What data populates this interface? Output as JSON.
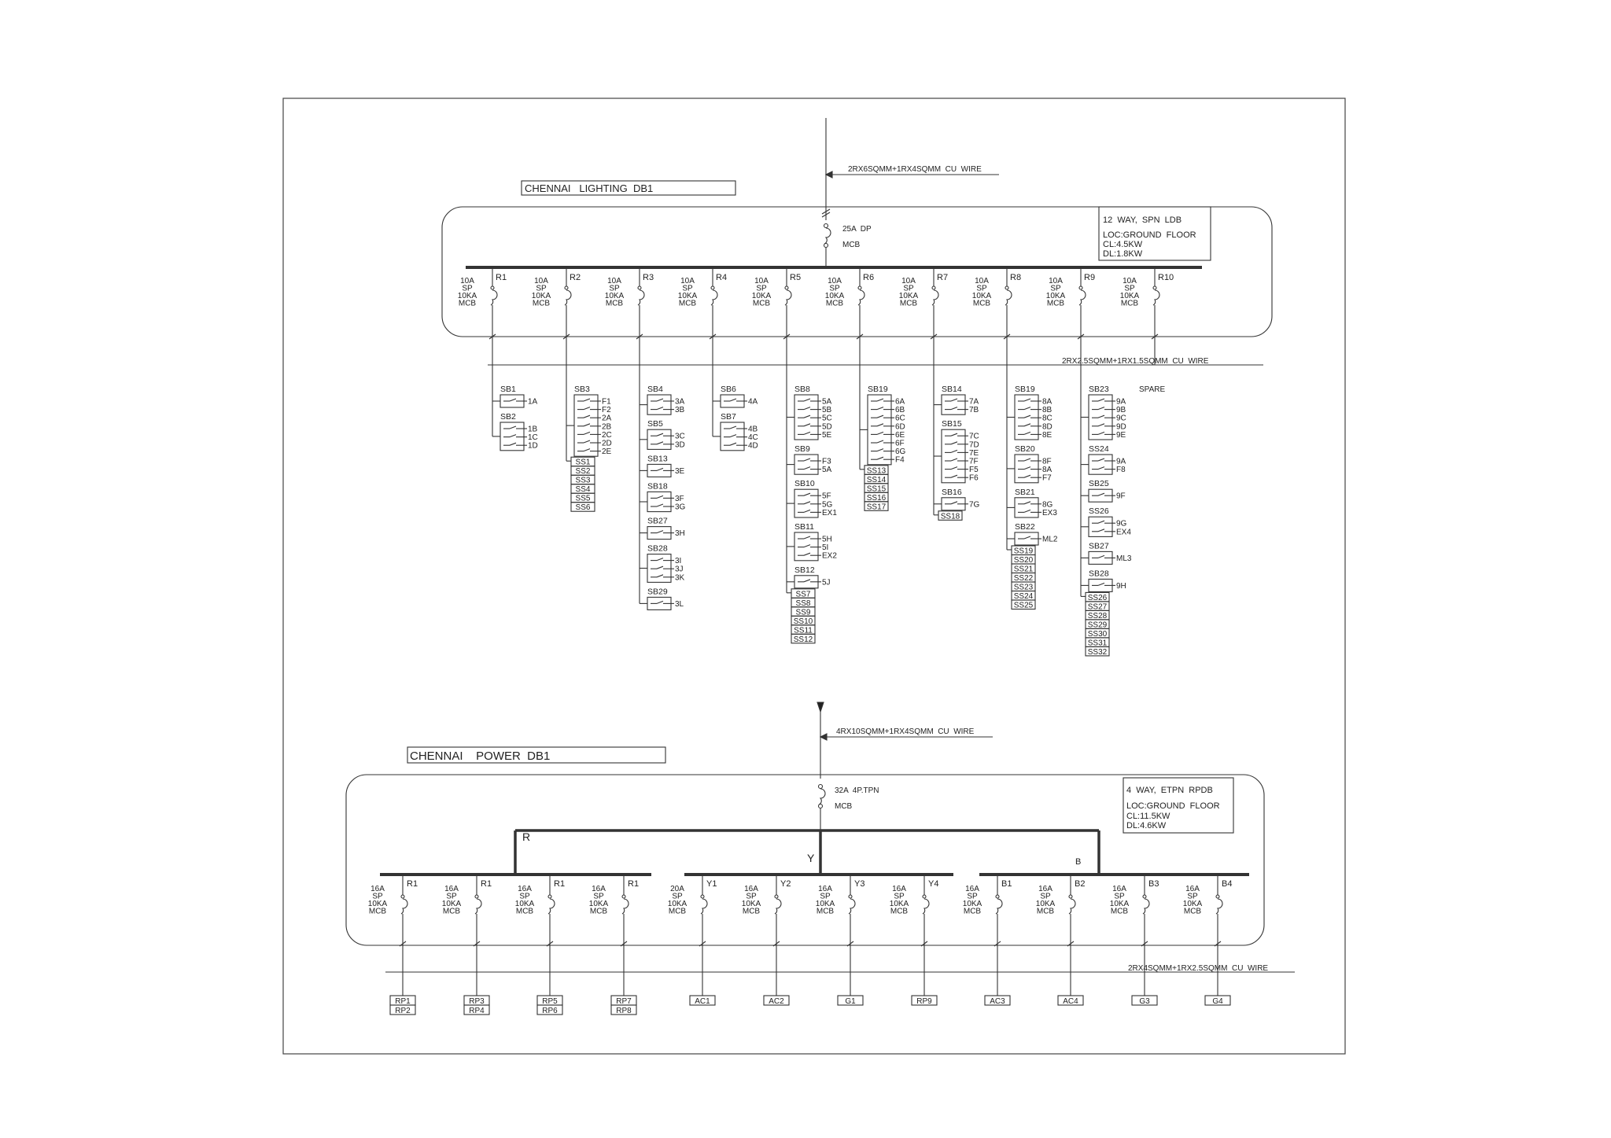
{
  "lighting": {
    "title": "CHENNAI   LIGHTING  DB1",
    "incomer_cable": "2RX6SQMM+1RX4SQMM  CU  WIRE",
    "incomer_mcb": [
      "25A  DP",
      "MCB"
    ],
    "info": [
      "12  WAY,  SPN  LDB",
      "LOC:GROUND  FLOOR",
      "CL:4.5KW",
      "DL:1.8KW"
    ],
    "outgoing_cable": "2RX2.5SQMM+1RX1.5SQMM  CU  WIRE",
    "spare_label": "SPARE",
    "breaker_rating": [
      "10A",
      "SP",
      "10KA",
      "MCB"
    ],
    "circuits": [
      "R1",
      "R2",
      "R3",
      "R4",
      "R5",
      "R6",
      "R7",
      "R8",
      "R9",
      "R10"
    ],
    "groups": [
      {
        "circuit": "R1",
        "items": [
          {
            "type": "sb",
            "name": "SB1",
            "loads": [
              "1A"
            ]
          },
          {
            "type": "sb",
            "name": "SB2",
            "loads": [
              "1B",
              "1C",
              "1D"
            ]
          }
        ]
      },
      {
        "circuit": "R2",
        "items": [
          {
            "type": "sb",
            "name": "SB3",
            "loads": [
              "F1",
              "F2",
              "2A",
              "2B",
              "2C",
              "2D",
              "2E"
            ]
          },
          {
            "type": "ss",
            "names": [
              "SS1",
              "SS2",
              "SS3",
              "SS4",
              "SS5",
              "SS6"
            ]
          }
        ]
      },
      {
        "circuit": "R3",
        "items": [
          {
            "type": "sb",
            "name": "SB4",
            "loads": [
              "3A",
              "3B"
            ]
          },
          {
            "type": "sb",
            "name": "SB5",
            "loads": [
              "3C",
              "3D"
            ]
          },
          {
            "type": "sb",
            "name": "SB13",
            "loads": [
              "3E"
            ]
          },
          {
            "type": "sb",
            "name": "SB18",
            "loads": [
              "3F",
              "3G"
            ]
          },
          {
            "type": "sb",
            "name": "SB27",
            "loads": [
              "3H"
            ]
          },
          {
            "type": "sb",
            "name": "SB28",
            "loads": [
              "3I",
              "3J",
              "3K"
            ]
          },
          {
            "type": "sb",
            "name": "SB29",
            "loads": [
              "3L"
            ]
          }
        ]
      },
      {
        "circuit": "R4",
        "items": [
          {
            "type": "sb",
            "name": "SB6",
            "loads": [
              "4A"
            ]
          },
          {
            "type": "sb",
            "name": "SB7",
            "loads": [
              "4B",
              "4C",
              "4D"
            ]
          }
        ]
      },
      {
        "circuit": "R5",
        "items": [
          {
            "type": "sb",
            "name": "SB8",
            "loads": [
              "5A",
              "5B",
              "5C",
              "5D",
              "5E"
            ]
          },
          {
            "type": "sb",
            "name": "SB9",
            "loads": [
              "F3",
              "5A"
            ]
          },
          {
            "type": "sb",
            "name": "SB10",
            "loads": [
              "5F",
              "5G",
              "EX1"
            ]
          },
          {
            "type": "sb",
            "name": "SB11",
            "loads": [
              "5H",
              "5I",
              "EX2"
            ]
          },
          {
            "type": "sb",
            "name": "SB12",
            "loads": [
              "5J"
            ]
          },
          {
            "type": "ss",
            "names": [
              "SS7",
              "SS8",
              "SS9",
              "SS10",
              "SS11",
              "SS12"
            ]
          }
        ]
      },
      {
        "circuit": "R6",
        "items": [
          {
            "type": "sb",
            "name": "SB19",
            "loads": [
              "6A",
              "6B",
              "6C",
              "6D",
              "6E",
              "6F",
              "6G",
              "F4"
            ]
          },
          {
            "type": "ss",
            "names": [
              "SS13",
              "SS14",
              "SS15",
              "SS16",
              "SS17"
            ]
          }
        ]
      },
      {
        "circuit": "R7",
        "items": [
          {
            "type": "sb",
            "name": "SB14",
            "loads": [
              "7A",
              "7B"
            ]
          },
          {
            "type": "sb",
            "name": "SB15",
            "loads": [
              "7C",
              "7D",
              "7E",
              "7F",
              "F5",
              "F6"
            ]
          },
          {
            "type": "sb",
            "name": "SB16",
            "loads": [
              "7G"
            ]
          },
          {
            "type": "ss",
            "names": [
              "SS18"
            ]
          }
        ]
      },
      {
        "circuit": "R8",
        "items": [
          {
            "type": "sb",
            "name": "SB19",
            "loads": [
              "8A",
              "8B",
              "8C",
              "8D",
              "8E"
            ]
          },
          {
            "type": "sb",
            "name": "SB20",
            "loads": [
              "8F",
              "8A",
              "F7"
            ]
          },
          {
            "type": "sb",
            "name": "SB21",
            "loads": [
              "8G",
              "EX3"
            ]
          },
          {
            "type": "sb",
            "name": "SB22",
            "loads": [
              "ML2"
            ]
          },
          {
            "type": "ss",
            "names": [
              "SS19",
              "SS20",
              "SS21",
              "SS22",
              "SS23",
              "SS24",
              "SS25"
            ]
          }
        ]
      },
      {
        "circuit": "R9",
        "items": [
          {
            "type": "sb",
            "name": "SB23",
            "loads": [
              "9A",
              "9B",
              "9C",
              "9D",
              "9E"
            ]
          },
          {
            "type": "sb",
            "name": "SS24",
            "loads": [
              "9A",
              "F8"
            ]
          },
          {
            "type": "sb",
            "name": "SB25",
            "loads": [
              "9F"
            ]
          },
          {
            "type": "sb",
            "name": "SS26",
            "loads": [
              "9G",
              "EX4"
            ]
          },
          {
            "type": "sb",
            "name": "SB27",
            "loads": [
              "ML3"
            ]
          },
          {
            "type": "sb",
            "name": "SB28",
            "loads": [
              "9H"
            ]
          },
          {
            "type": "ss",
            "names": [
              "SS26",
              "SS27",
              "SS28",
              "SS29",
              "SS30",
              "SS31",
              "SS32"
            ]
          }
        ]
      }
    ]
  },
  "power": {
    "title": "CHENNAI    POWER  DB1",
    "incomer_cable": "4RX10SQMM+1RX4SQMM  CU  WIRE",
    "incomer_mcb": [
      "32A  4P.TPN",
      "MCB"
    ],
    "info": [
      "4  WAY,  ETPN  RPDB",
      "LOC:GROUND  FLOOR",
      "CL:11.5KW",
      "DL:4.6KW"
    ],
    "phases": [
      "R",
      "Y",
      "B"
    ],
    "outgoing_cable": "2RX4SQMM+1RX2.5SQMM  CU  WIRE",
    "circuits": [
      {
        "label": "R1",
        "rating": [
          "16A",
          "SP",
          "10KA",
          "MCB"
        ],
        "loads": [
          "RP1",
          "RP2"
        ]
      },
      {
        "label": "R1",
        "rating": [
          "16A",
          "SP",
          "10KA",
          "MCB"
        ],
        "loads": [
          "RP3",
          "RP4"
        ]
      },
      {
        "label": "R1",
        "rating": [
          "16A",
          "SP",
          "10KA",
          "MCB"
        ],
        "loads": [
          "RP5",
          "RP6"
        ]
      },
      {
        "label": "R1",
        "rating": [
          "16A",
          "SP",
          "10KA",
          "MCB"
        ],
        "loads": [
          "RP7",
          "RP8"
        ]
      },
      {
        "label": "Y1",
        "rating": [
          "20A",
          "SP",
          "10KA",
          "MCB"
        ],
        "loads": [
          "AC1"
        ]
      },
      {
        "label": "Y2",
        "rating": [
          "16A",
          "SP",
          "10KA",
          "MCB"
        ],
        "loads": [
          "AC2"
        ]
      },
      {
        "label": "Y3",
        "rating": [
          "16A",
          "SP",
          "10KA",
          "MCB"
        ],
        "loads": [
          "G1"
        ]
      },
      {
        "label": "Y4",
        "rating": [
          "16A",
          "SP",
          "10KA",
          "MCB"
        ],
        "loads": [
          "RP9"
        ]
      },
      {
        "label": "B1",
        "rating": [
          "16A",
          "SP",
          "10KA",
          "MCB"
        ],
        "loads": [
          "AC3"
        ]
      },
      {
        "label": "B2",
        "rating": [
          "16A",
          "SP",
          "10KA",
          "MCB"
        ],
        "loads": [
          "AC4"
        ]
      },
      {
        "label": "B3",
        "rating": [
          "16A",
          "SP",
          "10KA",
          "MCB"
        ],
        "loads": [
          "G3"
        ]
      },
      {
        "label": "B4",
        "rating": [
          "16A",
          "SP",
          "10KA",
          "MCB"
        ],
        "loads": [
          "G4"
        ]
      }
    ]
  }
}
